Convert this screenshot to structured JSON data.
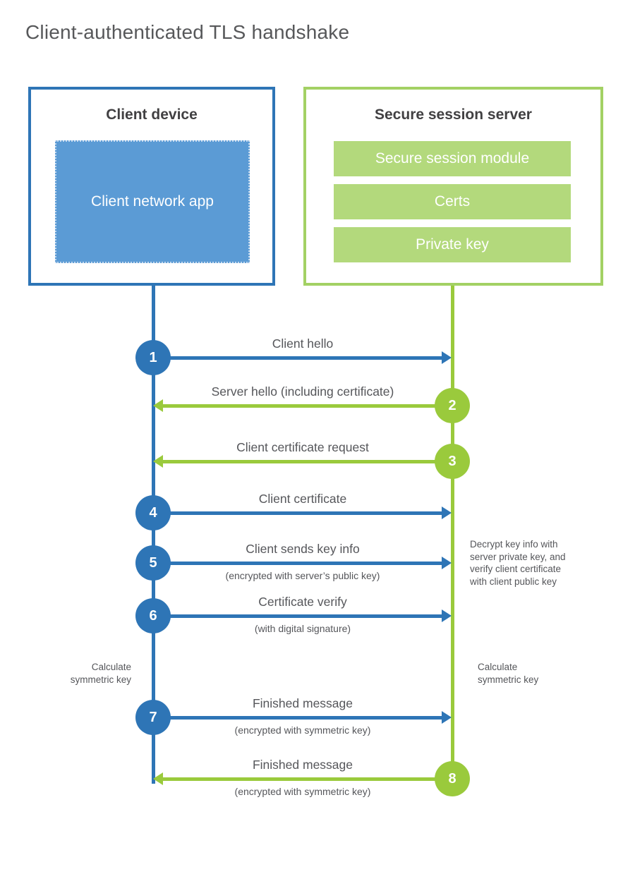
{
  "title": "Client-authenticated TLS handshake",
  "colors": {
    "blue_dark": "#2e75b6",
    "blue_fill": "#5b9bd5",
    "green_accent": "#9aca3c",
    "green_border": "#a3d164",
    "green_fill": "#b3d97c",
    "text_dark": "#414042",
    "text_gray": "#55565a"
  },
  "client": {
    "title": "Client device",
    "app_label": "Client network app"
  },
  "server": {
    "title": "Secure session server",
    "modules": [
      "Secure session module",
      "Certs",
      "Private key"
    ]
  },
  "steps": [
    {
      "number": "1",
      "label": "Client hello",
      "sublabel": "",
      "direction": "client-to-server"
    },
    {
      "number": "2",
      "label": "Server hello (including certificate)",
      "sublabel": "",
      "direction": "server-to-client"
    },
    {
      "number": "3",
      "label": "Client certificate request",
      "sublabel": "",
      "direction": "server-to-client"
    },
    {
      "number": "4",
      "label": "Client certificate",
      "sublabel": "",
      "direction": "client-to-server"
    },
    {
      "number": "5",
      "label": "Client sends key info",
      "sublabel": "(encrypted with server’s public key)",
      "direction": "client-to-server"
    },
    {
      "number": "6",
      "label": "Certificate verify",
      "sublabel": "(with digital signature)",
      "direction": "client-to-server"
    },
    {
      "number": "7",
      "label": "Finished message",
      "sublabel": "(encrypted with symmetric key)",
      "direction": "client-to-server"
    },
    {
      "number": "8",
      "label": "Finished message",
      "sublabel": "(encrypted with symmetric key)",
      "direction": "server-to-client"
    }
  ],
  "notes": {
    "decrypt": {
      "lines": [
        "Decrypt key info with",
        "server private key, and",
        "verify client certificate",
        "with client public key"
      ]
    },
    "calc_left": {
      "lines": [
        "Calculate",
        "symmetric key"
      ]
    },
    "calc_right": {
      "lines": [
        "Calculate",
        "symmetric key"
      ]
    }
  }
}
